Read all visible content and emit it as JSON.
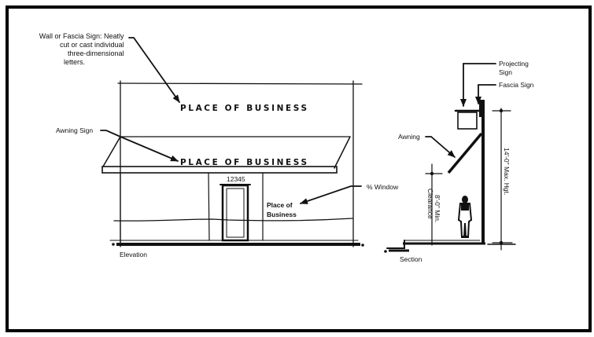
{
  "diagram": {
    "elevation": {
      "wall_sign_label": [
        "Wall or Fascia Sign: Neatly",
        "cut or cast individual",
        "three-dimensional",
        "letters."
      ],
      "wall_sign_text": "PLACE OF BUSINESS",
      "awning_sign_label": "Awning Sign",
      "awning_sign_text": "PLACE OF BUSINESS",
      "address_number": "12345",
      "window_text": [
        "Place of",
        "Business"
      ],
      "window_label": "% Window",
      "caption": "Elevation"
    },
    "section": {
      "projecting_sign_label": [
        "Projecting",
        "Sign"
      ],
      "fascia_sign_label": "Fascia Sign",
      "awning_label": "Awning",
      "clearance_label": [
        "8'-0\" Min.",
        "Clearance"
      ],
      "max_height_label": "14'-0\" Max. Hgt.",
      "caption": "Section"
    },
    "colors": {
      "ink": "#111111",
      "background": "#ffffff",
      "frame": "#000000"
    }
  }
}
